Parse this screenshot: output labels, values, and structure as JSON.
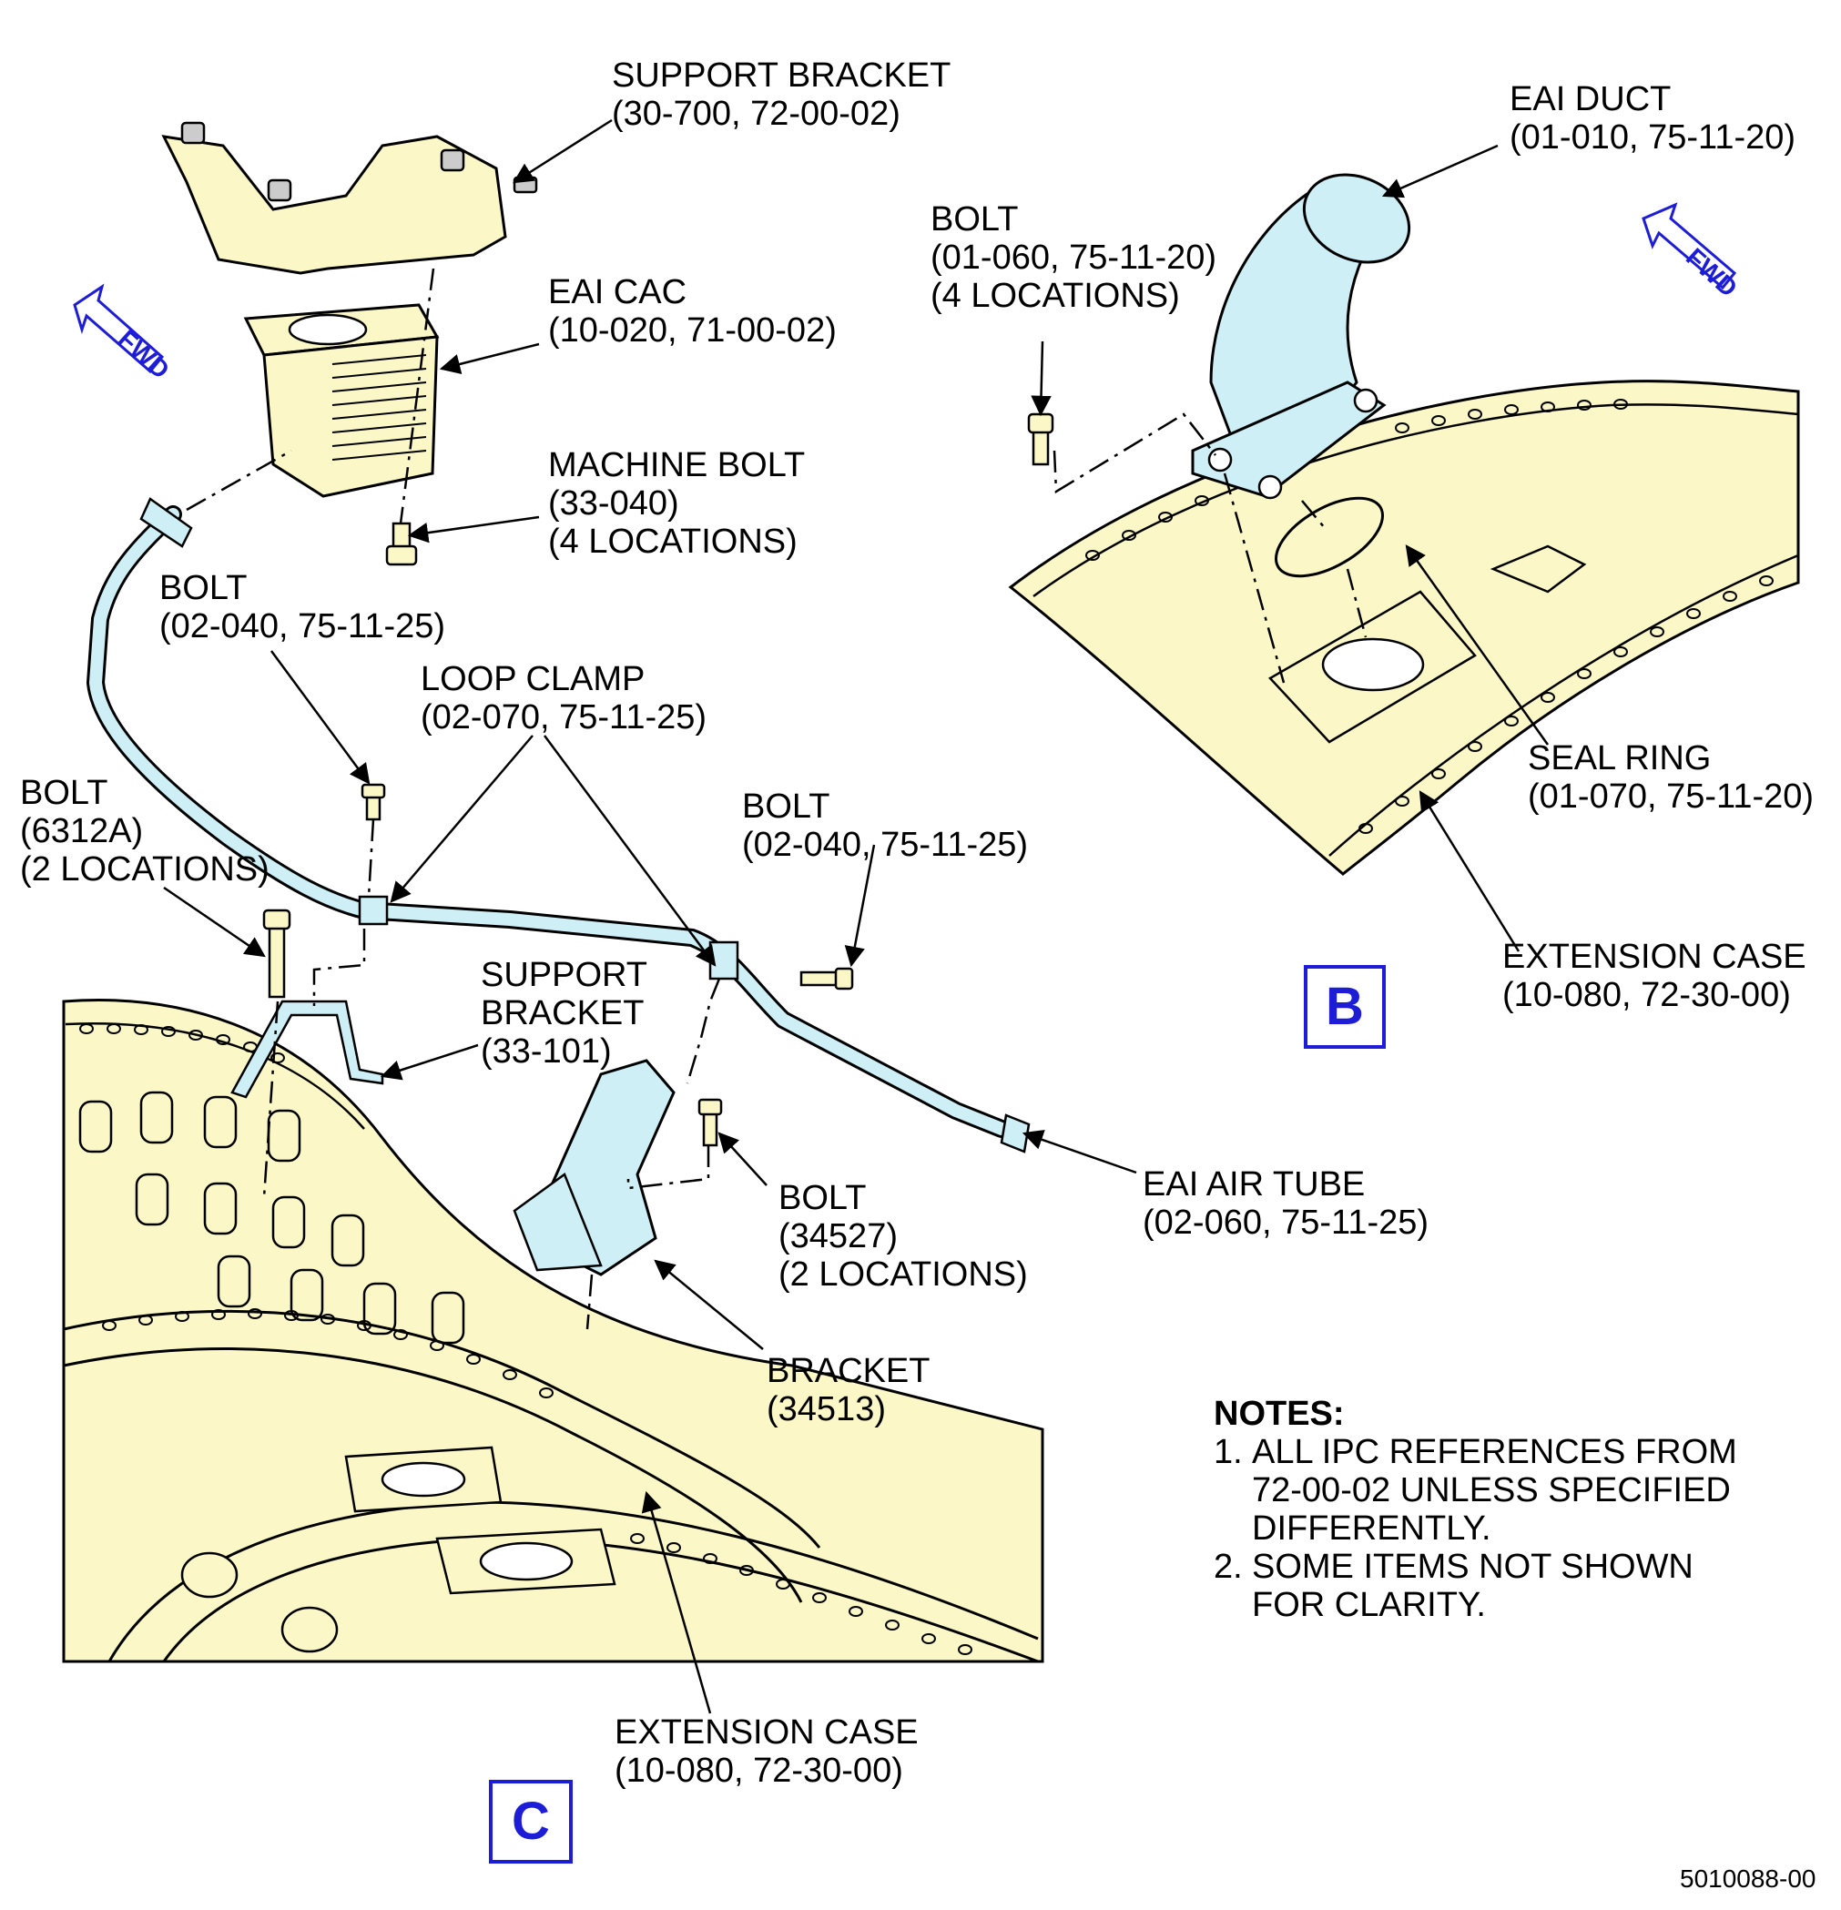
{
  "callouts": {
    "support_bracket_top": [
      "SUPPORT BRACKET",
      "(30-700, 72-00-02)"
    ],
    "eai_cac": [
      "EAI CAC",
      "(10-020, 71-00-02)"
    ],
    "machine_bolt": [
      "MACHINE BOLT",
      "(33-040)",
      "(4 LOCATIONS)"
    ],
    "bolt_02040_left": [
      "BOLT",
      "(02-040, 75-11-25)"
    ],
    "loop_clamp": [
      "LOOP CLAMP",
      "(02-070, 75-11-25)"
    ],
    "bolt_6312a": [
      "BOLT",
      "(6312A)",
      "(2 LOCATIONS)"
    ],
    "bolt_02040_right": [
      "BOLT",
      "(02-040, 75-11-25)"
    ],
    "support_bracket_33101": [
      "SUPPORT",
      "BRACKET",
      "(33-101)"
    ],
    "eai_air_tube": [
      "EAI AIR TUBE",
      "(02-060, 75-11-25)"
    ],
    "bolt_34527": [
      "BOLT",
      "(34527)",
      "(2 LOCATIONS)"
    ],
    "bracket_34513": [
      "BRACKET",
      "(34513)"
    ],
    "extension_case_c": [
      "EXTENSION CASE",
      "(10-080, 72-30-00)"
    ],
    "eai_duct": [
      "EAI DUCT",
      "(01-010, 75-11-20)"
    ],
    "bolt_01060": [
      "BOLT",
      "(01-060, 75-11-20)",
      "(4 LOCATIONS)"
    ],
    "seal_ring": [
      "SEAL RING",
      "(01-070, 75-11-20)"
    ],
    "extension_case_b": [
      "EXTENSION CASE",
      "(10-080, 72-30-00)"
    ]
  },
  "fwd_label": "FWD",
  "view_labels": {
    "b": "B",
    "c": "C"
  },
  "notes": {
    "heading": "NOTES:",
    "items": [
      {
        "num": "1.",
        "text": "ALL IPC REFERENCES FROM 72-00-02 UNLESS SPECIFIED DIFFERENTLY."
      },
      {
        "num": "2.",
        "text": "SOME ITEMS NOT SHOWN FOR CLARITY."
      }
    ]
  },
  "figure_number": "5010088-00",
  "colors": {
    "case_fill": "#fbf7c7",
    "part_fill": "#cdeff5",
    "label_blue": "#1d1dd8",
    "line": "#000000"
  }
}
